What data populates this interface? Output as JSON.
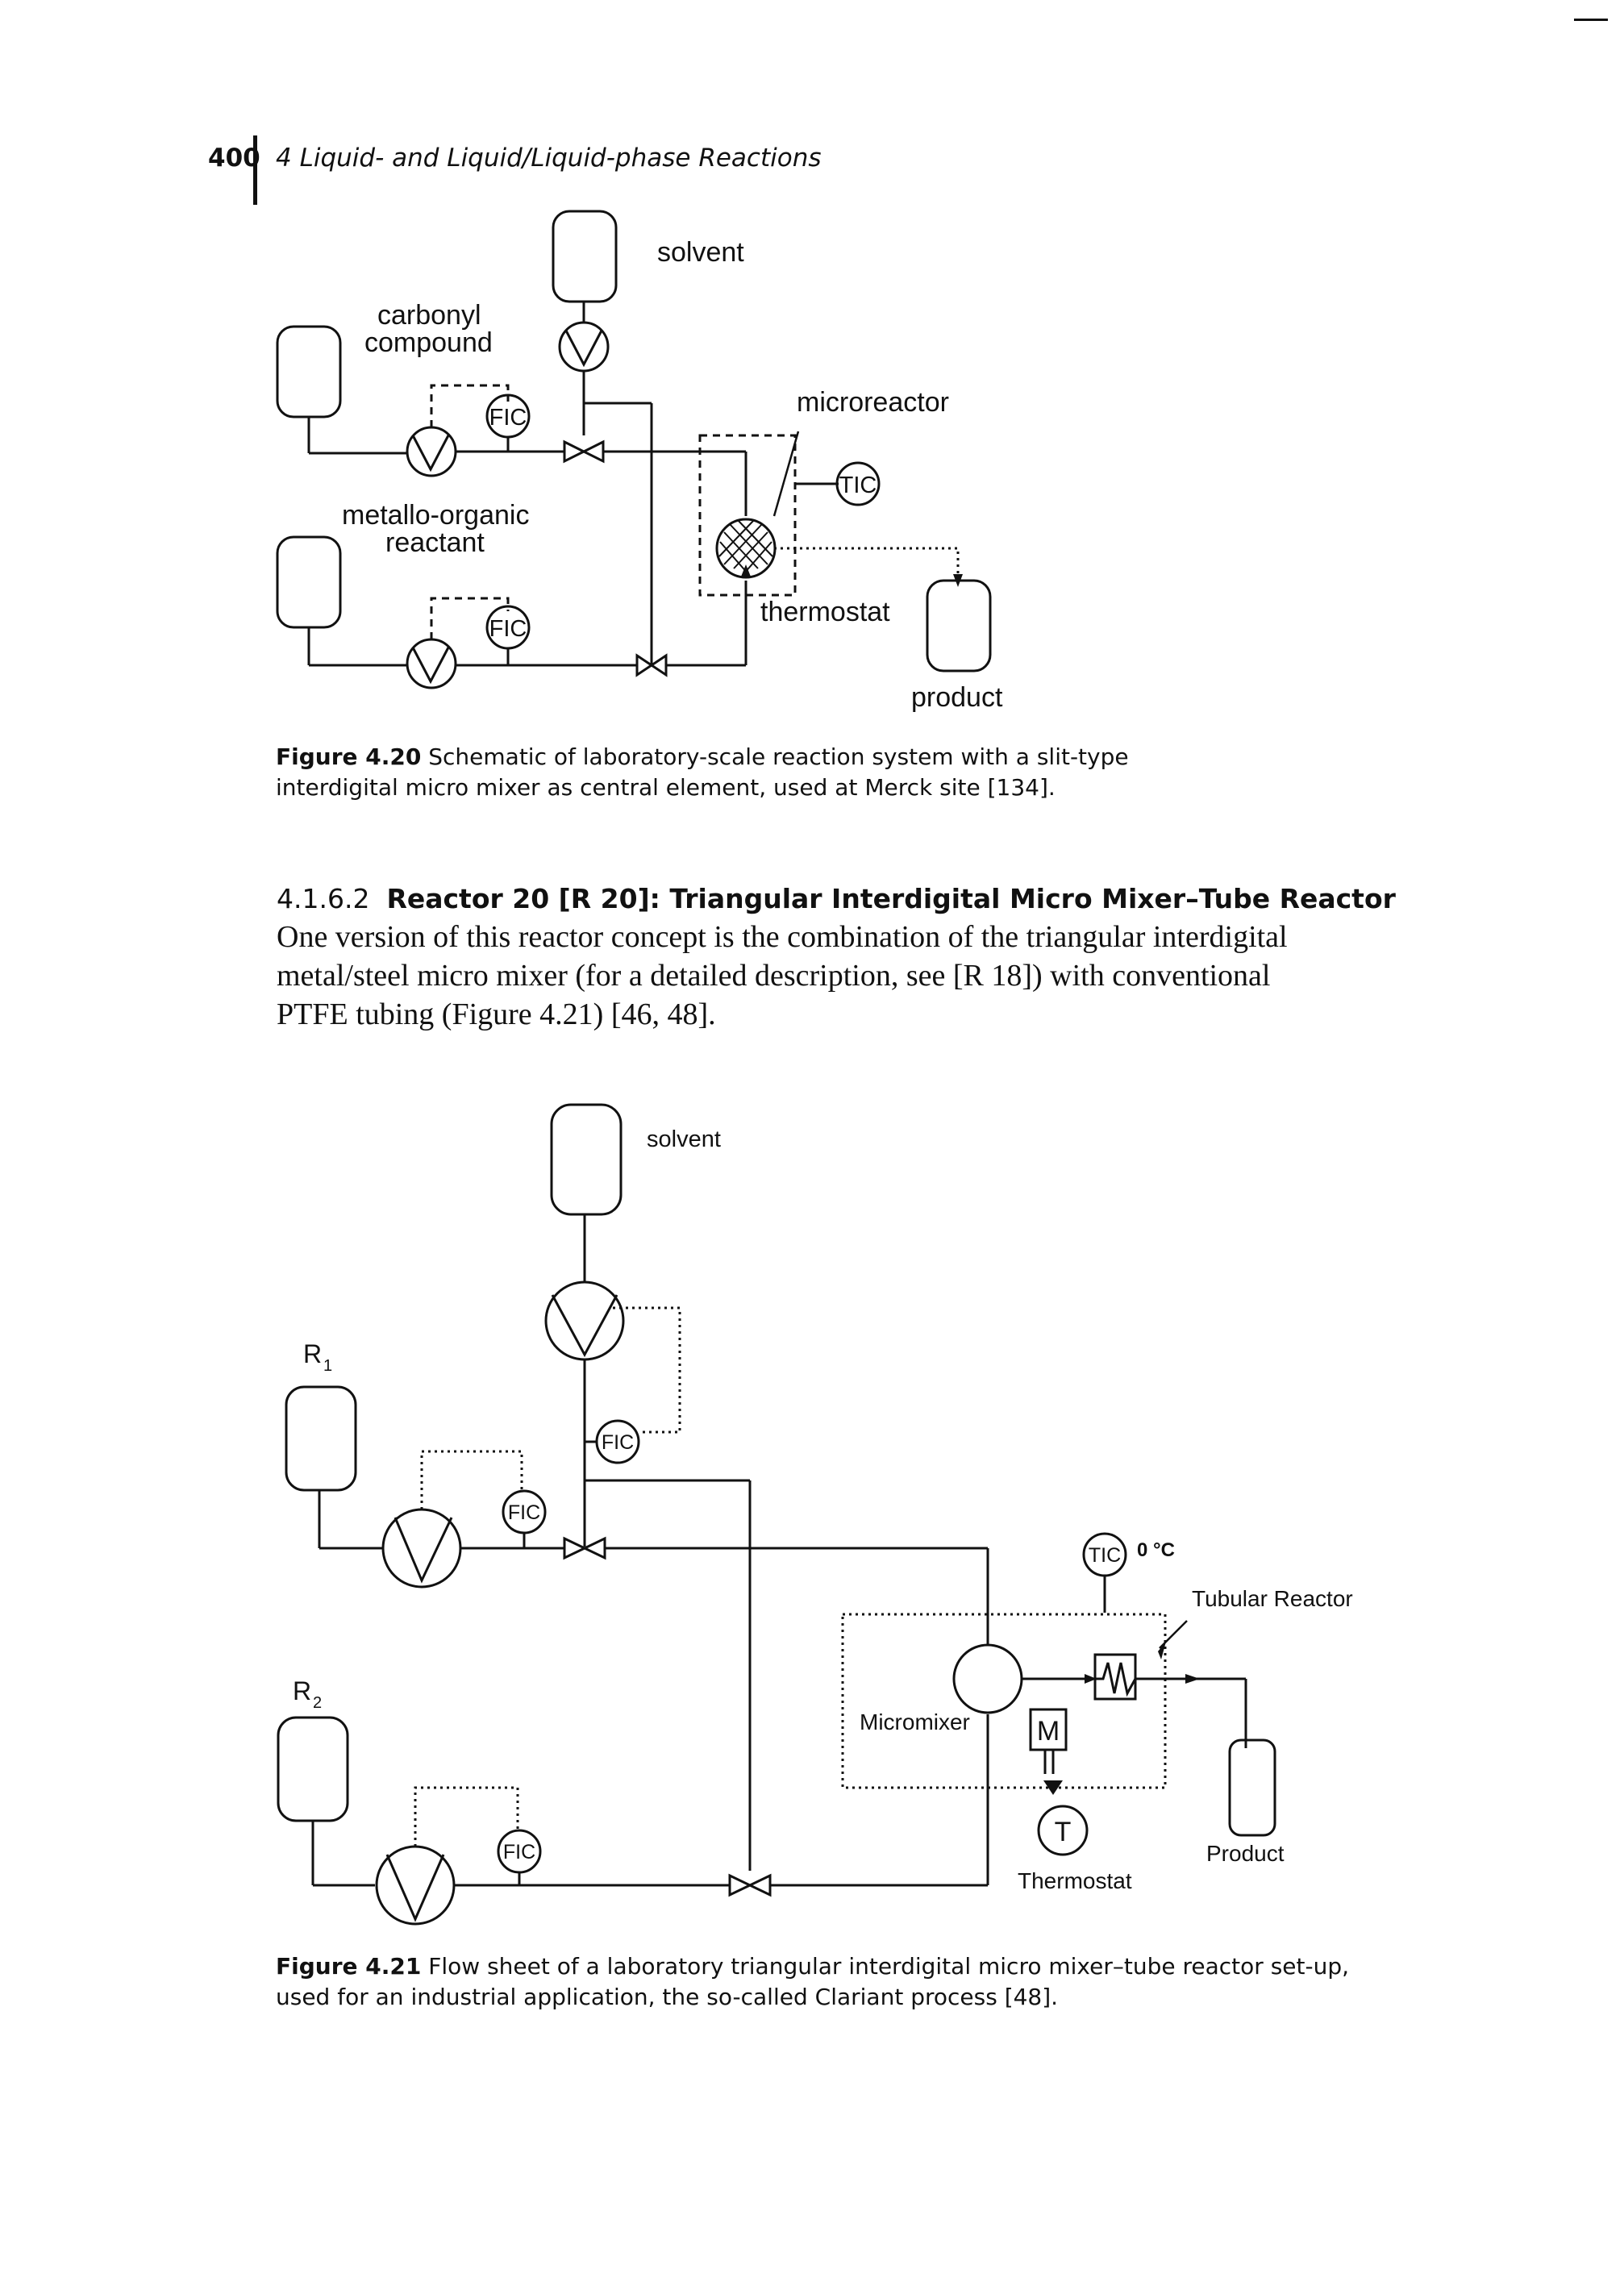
{
  "header": {
    "page_number": "400",
    "running_title": "4 Liquid- and Liquid/Liquid-phase Reactions"
  },
  "figure1": {
    "labels": {
      "solvent": "solvent",
      "carbonyl_line1": "carbonyl",
      "carbonyl_line2": "compound",
      "microreactor": "microreactor",
      "metallo_line1": "metallo-organic",
      "metallo_line2": "reactant",
      "fic_top": "FIC",
      "fic_bottom": "FIC",
      "tic": "TIC",
      "thermostat": "thermostat",
      "product": "product"
    },
    "caption_label": "Figure 4.20",
    "caption_line1": "Schematic of laboratory-scale reaction system with a slit-type",
    "caption_line2": "interdigital micro mixer as central element, used at Merck site [134]."
  },
  "section": {
    "number": "4.1.6.2",
    "title": "Reactor 20 [R 20]: Triangular Interdigital Micro Mixer–Tube Reactor",
    "paragraph_lines": [
      "One version of this reactor concept is the combination of the triangular interdigital",
      "metal/steel micro mixer (for a detailed description, see [R 18]) with conventional",
      "PTFE tubing (Figure 4.21) [46, 48]."
    ]
  },
  "figure2": {
    "labels": {
      "solvent": "solvent",
      "r1": "R",
      "r1_sub": "1",
      "r2": "R",
      "r2_sub": "2",
      "fic_solvent": "FIC",
      "fic_r1": "FIC",
      "fic_r2": "FIC",
      "tic": "TIC",
      "temperature": "0 °C",
      "tubular_reactor": "Tubular Reactor",
      "micromixer": "Micromixer",
      "motor": "M",
      "thermostat_symbol": "T",
      "thermostat": "Thermostat",
      "product": "Product"
    },
    "caption_label": "Figure 4.21",
    "caption_line1": "Flow sheet of a laboratory triangular interdigital micro mixer–tube reactor set-up,",
    "caption_line2": "used for an industrial application, the so-called Clariant process [48]."
  }
}
